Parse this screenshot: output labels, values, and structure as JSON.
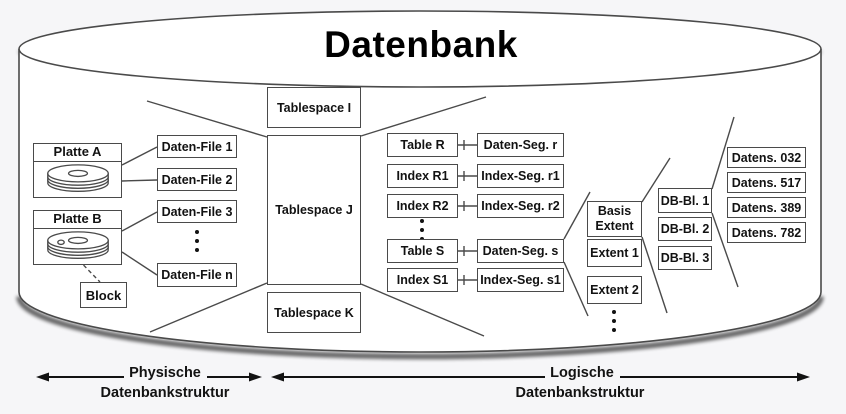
{
  "title": "Datenbank",
  "physical": {
    "disks": [
      {
        "label": "Platte A"
      },
      {
        "label": "Platte B"
      }
    ],
    "block_label": "Block",
    "daten_files": [
      "Daten-File 1",
      "Daten-File 2",
      "Daten-File 3",
      "Daten-File n"
    ]
  },
  "tablespaces": [
    "Tablespace I",
    "Tablespace J",
    "Tablespace K"
  ],
  "tables": [
    {
      "object": "Table R",
      "segment": "Daten-Seg. r"
    },
    {
      "object": "Index R1",
      "segment": "Index-Seg. r1"
    },
    {
      "object": "Index R2",
      "segment": "Index-Seg. r2"
    },
    {
      "object": "Table S",
      "segment": "Daten-Seg. s"
    },
    {
      "object": "Index S1",
      "segment": "Index-Seg. s1"
    }
  ],
  "extents": [
    "Basis Extent",
    "Extent 1",
    "Extent 2"
  ],
  "db_blocks": [
    "DB-Bl. 1",
    "DB-Bl. 2",
    "DB-Bl. 3"
  ],
  "records": [
    "Datens. 032",
    "Datens. 517",
    "Datens. 389",
    "Datens. 782"
  ],
  "legend": {
    "physical": {
      "line1": "Physische",
      "line2": "Datenbankstruktur"
    },
    "logical": {
      "line1": "Logische",
      "line2": "Datenbankstruktur"
    }
  },
  "colors": {
    "stroke": "#4a4a4a",
    "text": "#121212",
    "box_fill": "#ffffff",
    "background": "#f6f6f8"
  }
}
